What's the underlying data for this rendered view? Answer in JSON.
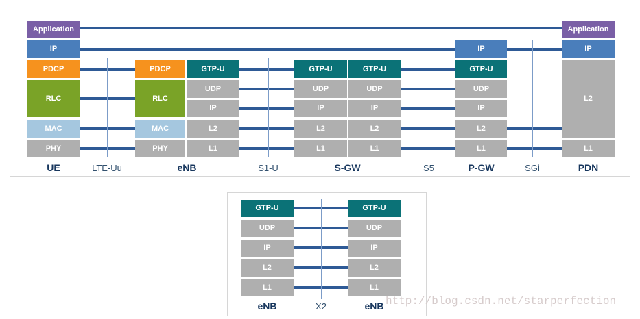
{
  "top": {
    "ue": {
      "label": "UE",
      "app": "Application",
      "ip": "IP",
      "pdcp": "PDCP",
      "rlc": "RLC",
      "mac": "MAC",
      "phy": "PHY"
    },
    "lte_uu": "LTE-Uu",
    "enb": {
      "label": "eNB",
      "pdcp": "PDCP",
      "rlc": "RLC",
      "mac": "MAC",
      "phy": "PHY",
      "gtpu": "GTP-U",
      "udp": "UDP",
      "ip": "IP",
      "l2": "L2",
      "l1": "L1"
    },
    "s1u": "S1-U",
    "sgw": {
      "label": "S-GW",
      "gtpu_l": "GTP-U",
      "udp_l": "UDP",
      "ip_l": "IP",
      "l2_l": "L2",
      "l1_l": "L1",
      "gtpu_r": "GTP-U",
      "udp_r": "UDP",
      "ip_r": "IP",
      "l2_r": "L2",
      "l1_r": "L1"
    },
    "s5": "S5",
    "pgw": {
      "label": "P-GW",
      "ip_top": "IP",
      "gtpu": "GTP-U",
      "udp": "UDP",
      "ip": "IP",
      "l2": "L2",
      "l1": "L1"
    },
    "sgi": "SGi",
    "pdn": {
      "label": "PDN",
      "app": "Application",
      "ip": "IP",
      "l2": "L2",
      "l1": "L1"
    }
  },
  "bottom": {
    "enb_left": {
      "label": "eNB",
      "gtpu": "GTP-U",
      "udp": "UDP",
      "ip": "IP",
      "l2": "L2",
      "l1": "L1"
    },
    "x2": "X2",
    "enb_right": {
      "label": "eNB",
      "gtpu": "GTP-U",
      "udp": "UDP",
      "ip": "IP",
      "l2": "L2",
      "l1": "L1"
    }
  },
  "watermark": "http://blog.csdn.net/starperfection",
  "colors": {
    "application_purple": "#7A5FA6",
    "ip_blue": "#4A7EBB",
    "pdcp_orange": "#F6921E",
    "rlc_green": "#7AA327",
    "mac_lightblue": "#A5C7DF",
    "layer_gray": "#AFAFAF",
    "gtpu_teal": "#0B7277",
    "connector_blue": "#2E5A96",
    "interface_line_blue": "#7C9CC8",
    "node_label_navy": "#17365D"
  }
}
